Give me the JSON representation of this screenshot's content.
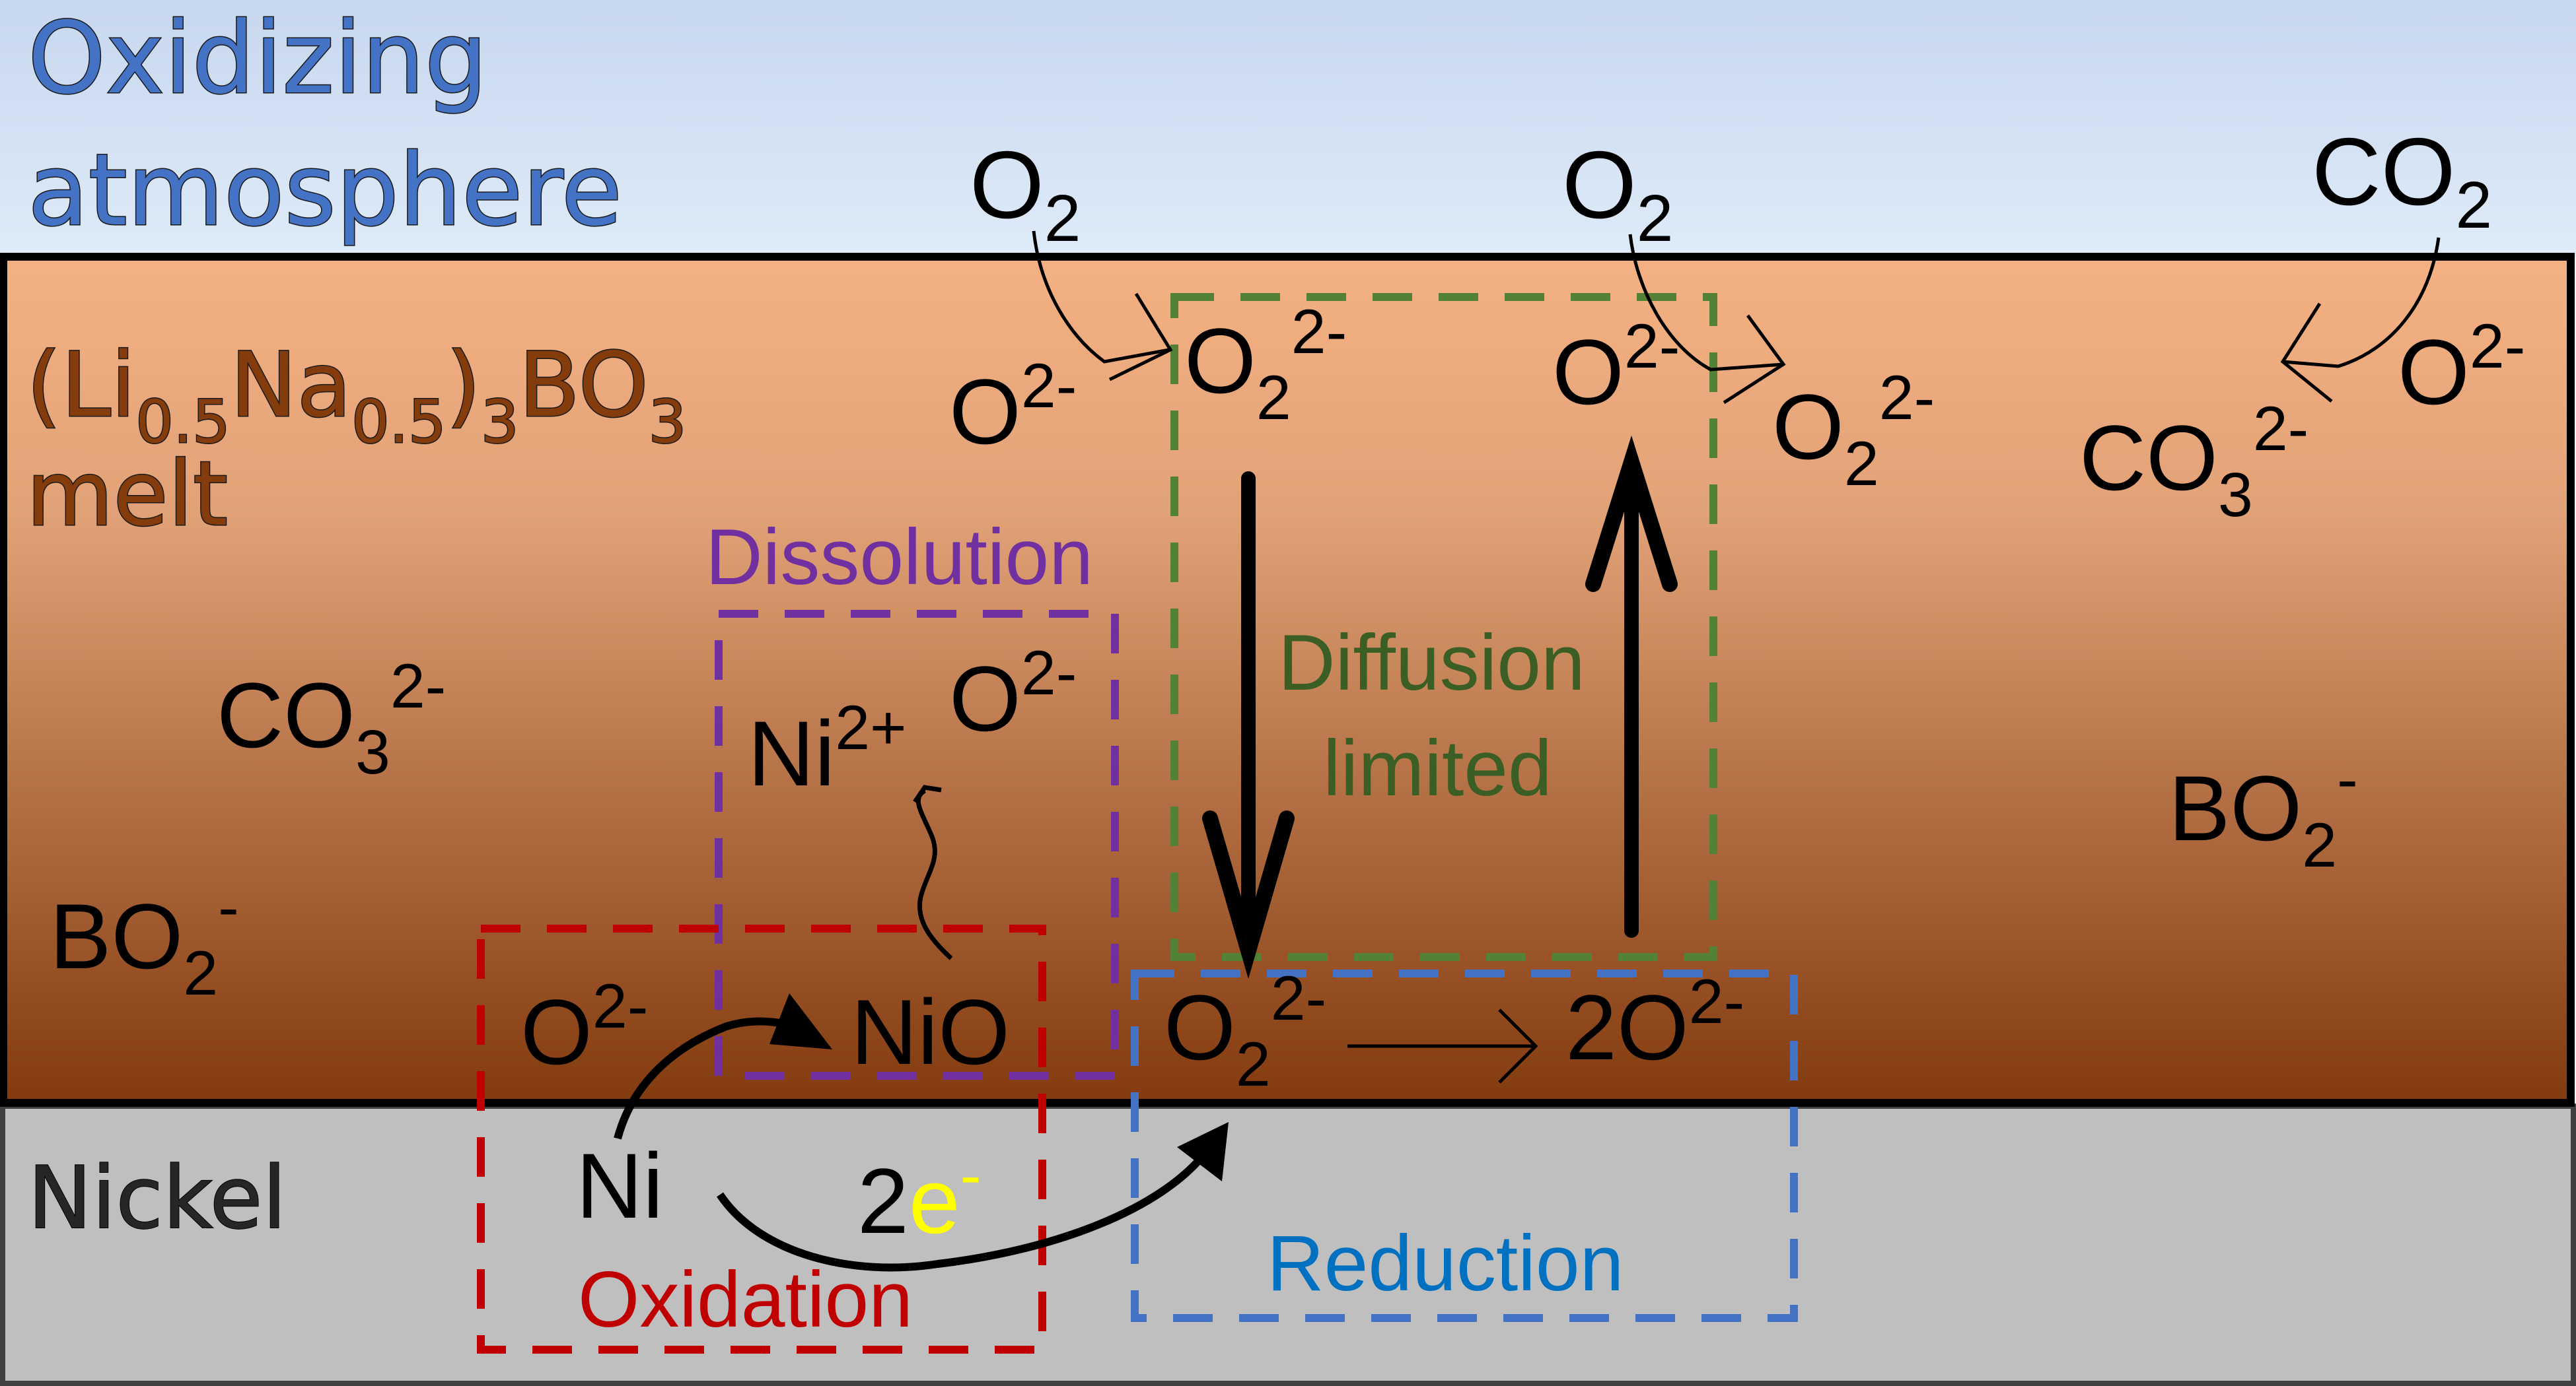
{
  "diagram": {
    "layers": {
      "atmosphere": {
        "label_line1": "Oxidizing",
        "label_line2": "atmosphere",
        "color_top": "#c7d7ee",
        "color_bottom": "#deebf8"
      },
      "melt": {
        "label_formula_parts": [
          "(Li",
          "0.5",
          "Na",
          "0.5",
          ")",
          "3",
          "BO",
          "3"
        ],
        "label_line2": "melt",
        "color_top": "#f4b183",
        "color_bottom": "#843c0c"
      },
      "metal": {
        "label": "Nickel",
        "color": "#bfbfbf"
      }
    },
    "gas_species": [
      {
        "id": "o2-left",
        "base": "O",
        "sub": "2"
      },
      {
        "id": "o2-middle",
        "base": "O",
        "sub": "2"
      },
      {
        "id": "co2",
        "base": "CO",
        "sub": "2"
      }
    ],
    "melt_species": {
      "o2minus_top_left": {
        "base": "O",
        "sup": "2-"
      },
      "peroxide_top": {
        "base": "O",
        "sub": "2",
        "sup": "2-"
      },
      "o2minus_top_middle": {
        "base": "O",
        "sup": "2-"
      },
      "peroxide_top_right": {
        "base": "O",
        "sub": "2",
        "sup": "2-"
      },
      "carbonate_right": {
        "base": "CO",
        "sub": "3",
        "sup": "2-"
      },
      "o2minus_top_right": {
        "base": "O",
        "sup": "2-"
      },
      "carbonate_left": {
        "base": "CO",
        "sub": "3",
        "sup": "2-"
      },
      "nickel_ion": {
        "base": "Ni",
        "sup": "2+"
      },
      "o2minus_dissolution": {
        "base": "O",
        "sup": "2-"
      },
      "metaborate_left": {
        "base": "BO",
        "sub": "2",
        "sup": "-"
      },
      "metaborate_right": {
        "base": "BO",
        "sub": "2",
        "sup": "-"
      },
      "o2minus_oxidation": {
        "base": "O",
        "sup": "2-"
      },
      "nickel_oxide": {
        "base": "NiO"
      },
      "peroxide_reduction": {
        "base": "O",
        "sub": "2",
        "sup": "2-"
      },
      "oxide_product": {
        "base": "2O",
        "sup": "2-"
      }
    },
    "metal_species": {
      "nickel": {
        "base": "Ni"
      },
      "electrons": {
        "coef": "2",
        "base": "e",
        "sup": "-"
      }
    },
    "process_boxes": [
      {
        "id": "dissolution",
        "label": "Dissolution",
        "color": "#7030a0"
      },
      {
        "id": "diffusion",
        "label_line1": "Diffusion",
        "label_line2": "limited",
        "color": "#538135",
        "text_color": "#3b5e24"
      },
      {
        "id": "oxidation",
        "label": "Oxidation",
        "color": "#c00000"
      },
      {
        "id": "reduction",
        "label": "Reduction",
        "color": "#4472c4",
        "text_color": "#0070c0"
      }
    ],
    "electron_color": "#ffff00"
  }
}
